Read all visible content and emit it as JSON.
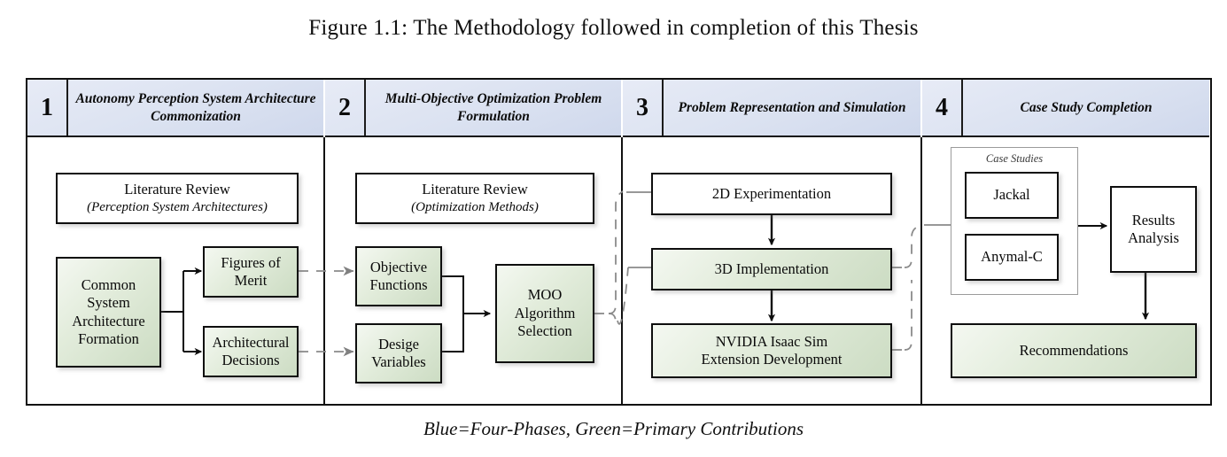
{
  "figure": {
    "title": "Figure 1.1: The Methodology followed in completion of this Thesis",
    "caption": "Blue=Four-Phases,  Green=Primary Contributions"
  },
  "phases": [
    {
      "number": "1",
      "title_line1": "Autonomy Perception System",
      "title_line2": "Architecture Commonization"
    },
    {
      "number": "2",
      "title_line1": "Multi-Objective Optimization",
      "title_line2": "Problem Formulation"
    },
    {
      "number": "3",
      "title_line1": "Problem Representation",
      "title_line2": "and Simulation"
    },
    {
      "number": "4",
      "title_line1": "Case Study Completion",
      "title_line2": ""
    }
  ],
  "phase1": {
    "lit_review_title": "Literature Review",
    "lit_review_sub": "(Perception System Architectures)",
    "common_arch_l1": "Common",
    "common_arch_l2": "System",
    "common_arch_l3": "Architecture",
    "common_arch_l4": "Formation",
    "figures_of_merit_l1": "Figures of",
    "figures_of_merit_l2": "Merit",
    "arch_decisions_l1": "Architectural",
    "arch_decisions_l2": "Decisions"
  },
  "phase2": {
    "lit_review_title": "Literature Review",
    "lit_review_sub": "(Optimization Methods)",
    "objective_functions_l1": "Objective",
    "objective_functions_l2": "Functions",
    "design_variables_l1": "Desige",
    "design_variables_l2": "Variables",
    "moo_l1": "MOO",
    "moo_l2": "Algorithm",
    "moo_l3": "Selection"
  },
  "phase3": {
    "experimentation_2d": "2D Experimentation",
    "implementation_3d": "3D Implementation",
    "isaac_sim_l1": "NVIDIA Isaac Sim",
    "isaac_sim_l2": "Extension Development"
  },
  "phase4": {
    "case_studies_label": "Case Studies",
    "jackal": "Jackal",
    "anymal": "Anymal-C",
    "results_analysis_l1": "Results",
    "results_analysis_l2": "Analysis",
    "recommendations": "Recommendations"
  },
  "colors": {
    "phase_header_blue": "#dbe2f1",
    "contribution_green": "#ccdcc3",
    "frame_black": "#111111",
    "cross_phase_arrow_gray": "#7d7d7d",
    "group_border_gray": "#9b9b9b"
  }
}
